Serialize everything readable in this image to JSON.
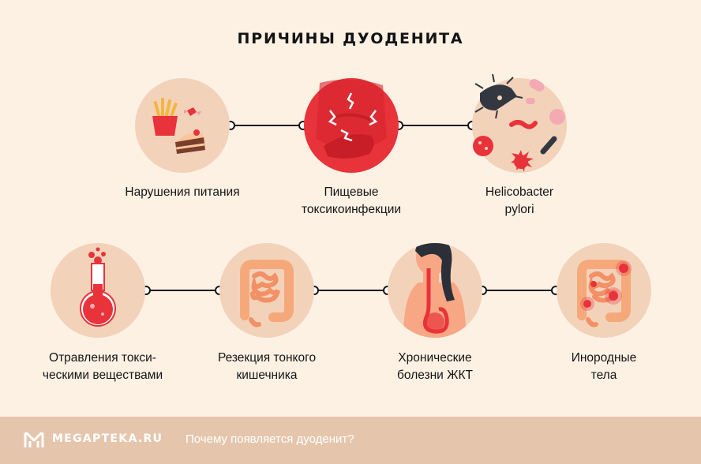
{
  "title": "ПРИЧИНЫ ДУОДЕНИТА",
  "causes": [
    {
      "line1": "Нарушения питания",
      "line2": "",
      "icon": "food-icon"
    },
    {
      "line1": "Пищевые",
      "line2": "токсикоинфекции",
      "icon": "stomach-pain-icon"
    },
    {
      "line1": "Helicobacter",
      "line2": "pylori",
      "icon": "bacteria-icon"
    },
    {
      "line1": "Отравления токси-",
      "line2": "ческими веществами",
      "icon": "poison-flask-icon"
    },
    {
      "line1": "Резекция тонкого",
      "line2": "кишечника",
      "icon": "intestine-icon"
    },
    {
      "line1": "Хронические",
      "line2": "болезни ЖКТ",
      "icon": "digestive-tract-icon"
    },
    {
      "line1": "Инородные",
      "line2": "тела",
      "icon": "inflamed-intestine-icon"
    }
  ],
  "footer": {
    "brand": "MEGAPTEKA.RU",
    "tagline": "Почему появляется дуоденит?",
    "logo_icon": "megapteka-logo-icon"
  },
  "colors": {
    "background": "#fdf1e4",
    "circle": "#f3d2ba",
    "accent_red": "#e8333b",
    "footer": "#e5c6ad"
  }
}
